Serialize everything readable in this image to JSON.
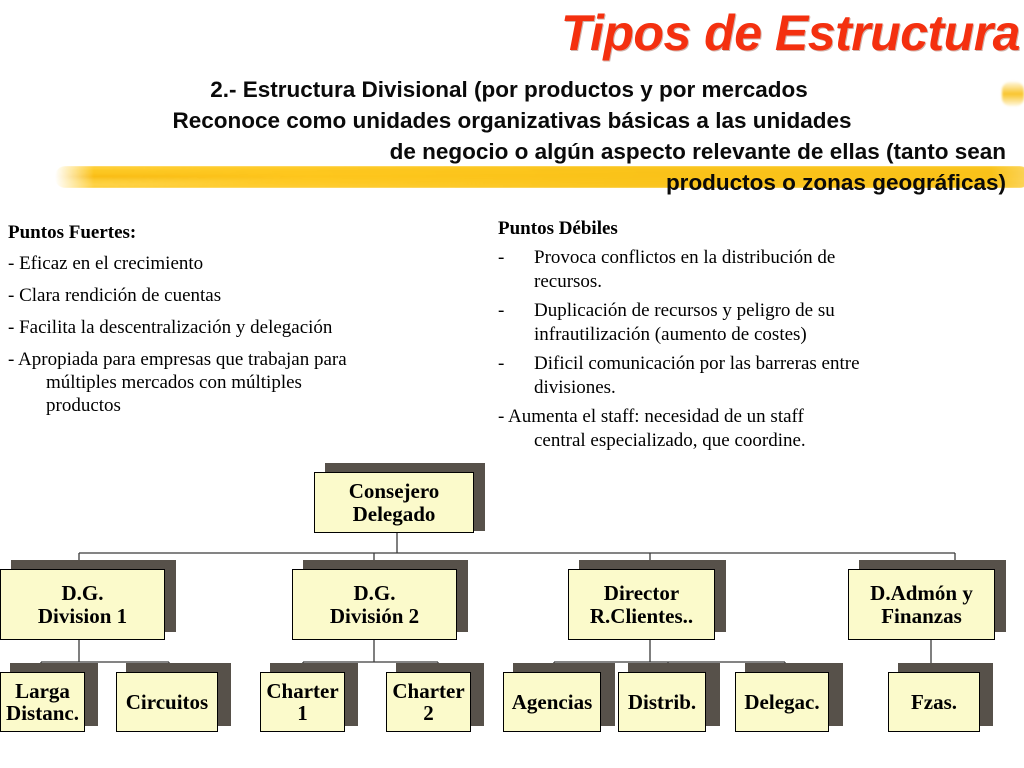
{
  "slide": {
    "title": "Tipos de Estructura",
    "title_color": "#F4300F",
    "highlight_color": "#F8BA12",
    "subtitle_lines": [
      "2.- Estructura Divisional (por productos y por mercados",
      "Reconoce como unidades organizativas básicas a las unidades",
      "de negocio o algún aspecto relevante de ellas (tanto sean",
      "productos o zonas geográficas)"
    ]
  },
  "strengths": {
    "heading": "Puntos Fuertes:",
    "items": [
      {
        "text": "- Eficaz en el crecimiento",
        "cont": ""
      },
      {
        "text": "- Clara rendición de cuentas",
        "cont": ""
      },
      {
        "text": "- Facilita la descentralización y delegación",
        "cont": ""
      },
      {
        "text": "- Apropiada para empresas que trabajan para",
        "cont": "múltiples mercados con múltiples",
        "cont2": "productos"
      }
    ]
  },
  "weaknesses": {
    "heading": "Puntos Débiles",
    "items": [
      {
        "dash": "-",
        "line1": "Provoca conflictos en la distribución de",
        "line2": "recursos."
      },
      {
        "dash": "-",
        "line1": "Duplicación de recursos y peligro de su",
        "line2": "infrautilización (aumento de costes)"
      },
      {
        "dash": "-",
        "line1": "Dificil comunicación por las barreras entre",
        "line2": "divisiones."
      }
    ],
    "last_item": {
      "line1": "- Aumenta el staff: necesidad de un staff",
      "line2": "central especializado, que coordine."
    }
  },
  "orgchart": {
    "box_fill": "#FBFACB",
    "box_border": "#000000",
    "shadow_color": "#57514A",
    "root": {
      "line1": "Consejero",
      "line2": "Delegado"
    },
    "level2": [
      {
        "line1": "D.G.",
        "line2": "Division 1"
      },
      {
        "line1": "D.G.",
        "line2": "División 2"
      },
      {
        "line1": "Director",
        "line2": "R.Clientes.."
      },
      {
        "line1": "D.Admón y",
        "line2": "Finanzas"
      }
    ],
    "level3": [
      {
        "line1": "Larga",
        "line2": "Distanc."
      },
      {
        "line1": "Circuitos",
        "line2": ""
      },
      {
        "line1": "Charter",
        "line2": "1"
      },
      {
        "line1": "Charter",
        "line2": "2"
      },
      {
        "line1": "Agencias",
        "line2": ""
      },
      {
        "line1": "Distrib.",
        "line2": ""
      },
      {
        "line1": "Delegac.",
        "line2": ""
      },
      {
        "line1": "Fzas.",
        "line2": ""
      }
    ]
  }
}
